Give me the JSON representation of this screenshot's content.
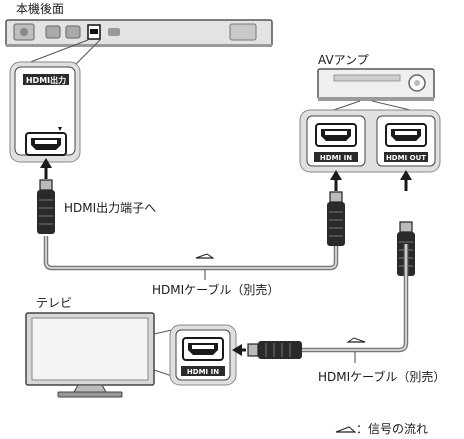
{
  "labels": {
    "player_rear": "本機後面",
    "hdmi_output": "HDMI出力",
    "to_hdmi_out_terminal": "HDMI出力端子へ",
    "av_amp": "AVアンプ",
    "hdmi_in": "HDMI IN",
    "hdmi_out": "HDMI OUT",
    "cable_1": "HDMIケーブル（別売）",
    "tv": "テレビ",
    "tv_hdmi_in": "HDMI IN",
    "cable_2": "HDMIケーブル（別売）",
    "legend": "：信号の流れ"
  }
}
